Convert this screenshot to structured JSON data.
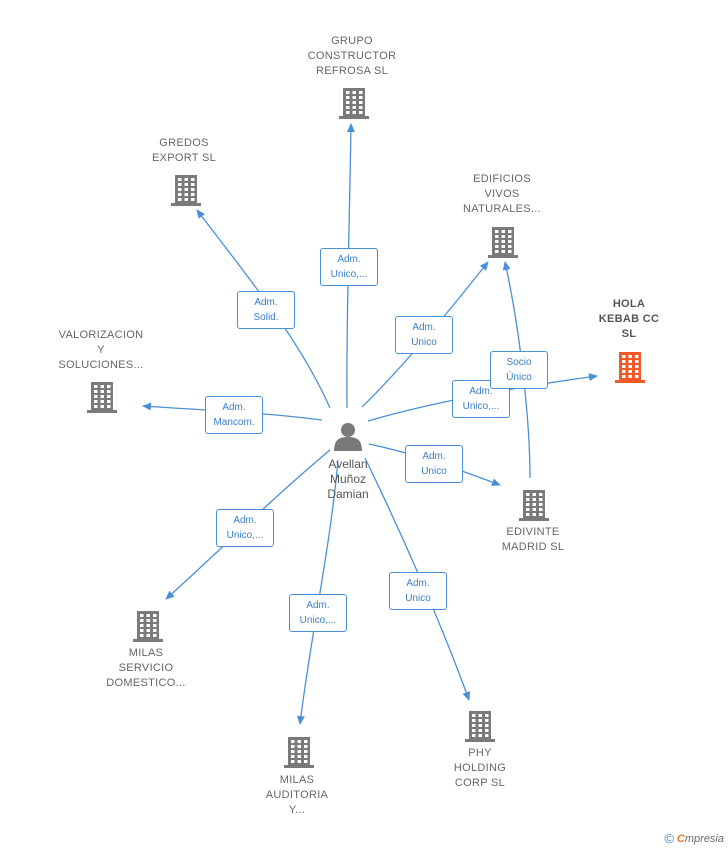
{
  "center": {
    "name": "Avellan\nMuñoz\nDamian",
    "icon": "person-icon"
  },
  "colors": {
    "edge": "#4a90d9",
    "building": "#7a7a7a",
    "highlight": "#f05a28",
    "person": "#7a7a7a"
  },
  "nodes": [
    {
      "id": "grupo",
      "name": "GRUPO\nCONSTRUCTOR\nREFROSA SL",
      "icon": "building-icon",
      "highlight": false
    },
    {
      "id": "gredos",
      "name": "GREDOS\nEXPORT  SL",
      "icon": "building-icon",
      "highlight": false
    },
    {
      "id": "edificios",
      "name": "EDIFICIOS\nVIVOS\nNATURALES...",
      "icon": "building-icon",
      "highlight": false
    },
    {
      "id": "hola",
      "name": "HOLA\nKEBAB CC\nSL",
      "icon": "building-icon",
      "highlight": true
    },
    {
      "id": "valorizacion",
      "name": "VALORIZACION\nY\nSOLUCIONES...",
      "icon": "building-icon",
      "highlight": false
    },
    {
      "id": "edivinte",
      "name": "EDIVINTE\nMADRID  SL",
      "icon": "building-icon",
      "highlight": false
    },
    {
      "id": "milas_servicio",
      "name": "MILAS\nSERVICIO\nDOMESTICO...",
      "icon": "building-icon",
      "highlight": false
    },
    {
      "id": "milas_auditoria",
      "name": "MILAS\nAUDITORIA\nY...",
      "icon": "building-icon",
      "highlight": false
    },
    {
      "id": "phy",
      "name": "PHY\nHOLDING\nCORP SL",
      "icon": "building-icon",
      "highlight": false
    }
  ],
  "edges": [
    {
      "from": "center",
      "to": "grupo",
      "label": "Adm.\nUnico,..."
    },
    {
      "from": "center",
      "to": "gredos",
      "label": "Adm.\nSolid."
    },
    {
      "from": "center",
      "to": "edificios",
      "label": "Adm.\nUnico"
    },
    {
      "from": "center",
      "to": "hola",
      "label": "Adm.\nUnico,..."
    },
    {
      "from": "edivinte",
      "to": "edificios",
      "label": "Socio\nÚnico"
    },
    {
      "from": "center",
      "to": "valorizacion",
      "label": "Adm.\nMancom."
    },
    {
      "from": "center",
      "to": "edivinte",
      "label": "Adm.\nUnico"
    },
    {
      "from": "center",
      "to": "milas_servicio",
      "label": "Adm.\nUnico,..."
    },
    {
      "from": "center",
      "to": "milas_auditoria",
      "label": "Adm.\nUnico,..."
    },
    {
      "from": "center",
      "to": "phy",
      "label": "Adm.\nUnico"
    }
  ],
  "footer": {
    "copyright": "©",
    "brand_initial": "C",
    "brand_rest": "mpresia"
  }
}
